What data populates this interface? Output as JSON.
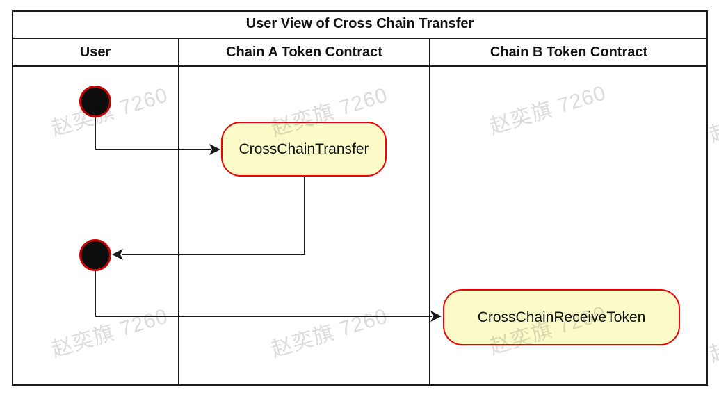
{
  "diagram": {
    "title": "User View of Cross Chain Transfer",
    "lanes": [
      {
        "label": "User"
      },
      {
        "label": "Chain A Token Contract"
      },
      {
        "label": "Chain B Token Contract"
      }
    ],
    "nodes": [
      {
        "id": "start-1",
        "type": "initial-node",
        "lane": "User",
        "label": ""
      },
      {
        "id": "action-1",
        "type": "action",
        "lane": "Chain A Token Contract",
        "label": "CrossChainTransfer"
      },
      {
        "id": "start-2",
        "type": "initial-node",
        "lane": "User",
        "label": ""
      },
      {
        "id": "action-2",
        "type": "action",
        "lane": "Chain B Token Contract",
        "label": "CrossChainReceiveToken"
      }
    ],
    "edges": [
      {
        "from": "start-1",
        "to": "action-1"
      },
      {
        "from": "action-1",
        "to": "start-2"
      },
      {
        "from": "start-2",
        "to": "action-2"
      }
    ],
    "colors": {
      "action_fill": "#fbfbca",
      "action_border": "#ee0000",
      "initial_fill": "#0d0d0d",
      "initial_border": "#c80000",
      "line": "#1a1a1a",
      "watermark": "#dcdcdc"
    }
  },
  "watermark": {
    "text": "赵奕旗 7260"
  }
}
